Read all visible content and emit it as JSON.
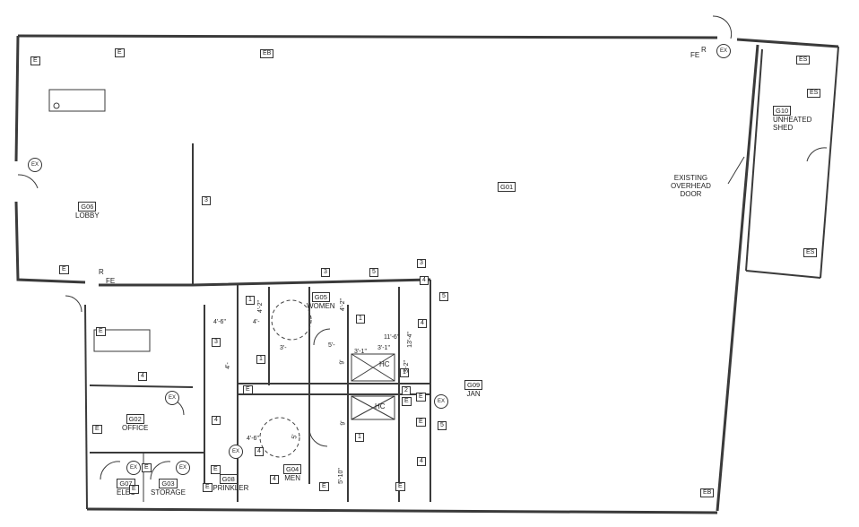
{
  "rooms": {
    "g01": {
      "id": "G01"
    },
    "g06": {
      "id": "G06",
      "name": "LOBBY"
    },
    "g10": {
      "id": "G10",
      "name_line1": "UNHEATED",
      "name_line2": "SHED"
    },
    "g05": {
      "id": "G05",
      "name": "WOMEN"
    },
    "g09": {
      "id": "G09",
      "name": "JAN"
    },
    "g02": {
      "id": "G02",
      "name": "OFFICE"
    },
    "g04": {
      "id": "G04",
      "name": "MEN"
    },
    "g07": {
      "id": "G07",
      "name": "ELEC"
    },
    "g03": {
      "id": "G03",
      "name": "STORAGE"
    },
    "g08": {
      "id": "G08",
      "name": "SPRINKLER"
    }
  },
  "notes": {
    "overhead_door": [
      "EXISTING",
      "OVERHEAD",
      "DOOR"
    ]
  },
  "symbols": {
    "emergency": "E",
    "emergency_battery": "EB",
    "emergency_s": "ES",
    "exit": "EX",
    "fire_ext": "FE",
    "riser": "R",
    "hc": "HC"
  },
  "fixture_counts": [
    "1",
    "2",
    "3",
    "4",
    "5"
  ],
  "dimensions": {
    "d1": "4'-6\"",
    "d2": "4'-",
    "d3": "4'-2\"",
    "d4": "4'-2\"",
    "d5": "3'-",
    "d6": "5'-",
    "d7": "3'-1\"",
    "d8": "3'-1\"",
    "d9": "11'-6\"",
    "d10": "13'-4\"",
    "d11": "3'-2\"",
    "d12": "4'-",
    "d13": "4'-6\"",
    "d14": "5'-10\"",
    "d15": "9'",
    "d16": "9'",
    "d17": "5'"
  }
}
